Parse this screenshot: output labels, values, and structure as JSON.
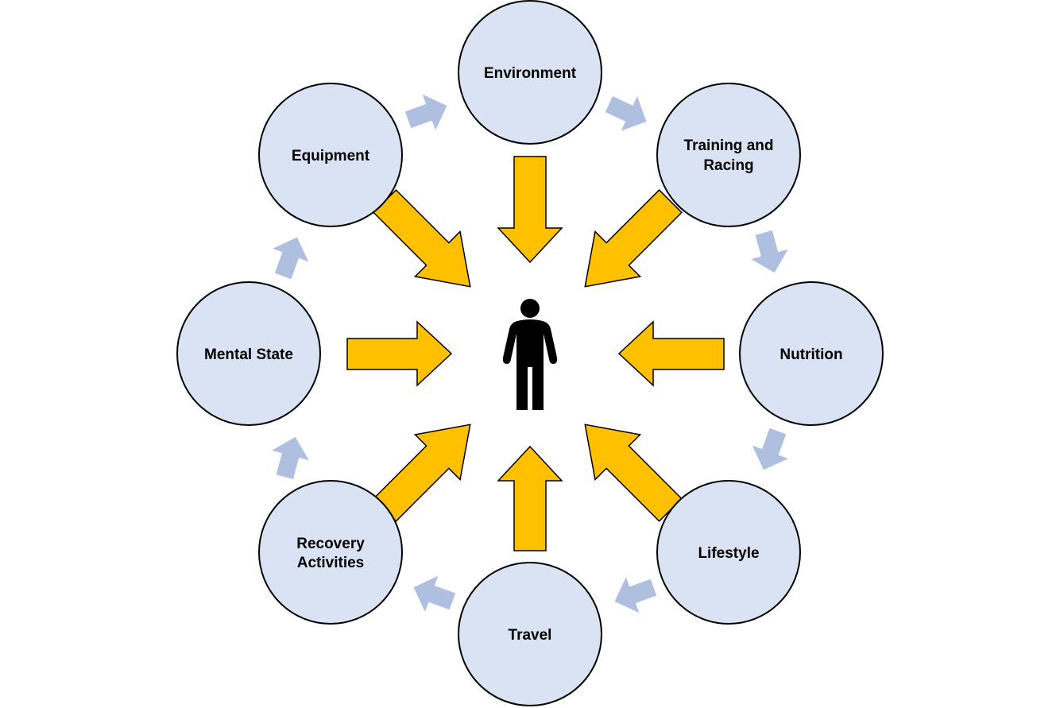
{
  "nodes": [
    {
      "id": "environment",
      "label": "Environment"
    },
    {
      "id": "training-and-racing",
      "label": "Training and Racing",
      "lines": [
        "Training and",
        "Racing"
      ]
    },
    {
      "id": "nutrition",
      "label": "Nutrition"
    },
    {
      "id": "lifestyle",
      "label": "Lifestyle"
    },
    {
      "id": "travel",
      "label": "Travel"
    },
    {
      "id": "recovery-activities",
      "label": "Recovery Activities",
      "lines": [
        "Recovery",
        "Activities"
      ]
    },
    {
      "id": "mental-state",
      "label": "Mental State"
    },
    {
      "id": "equipment",
      "label": "Equipment"
    }
  ],
  "center": {
    "icon": "person-icon"
  },
  "colors": {
    "node_fill": "#dae3f3",
    "influence_arrow": "#ffc000",
    "cycle_arrow": "#afbfe0"
  }
}
